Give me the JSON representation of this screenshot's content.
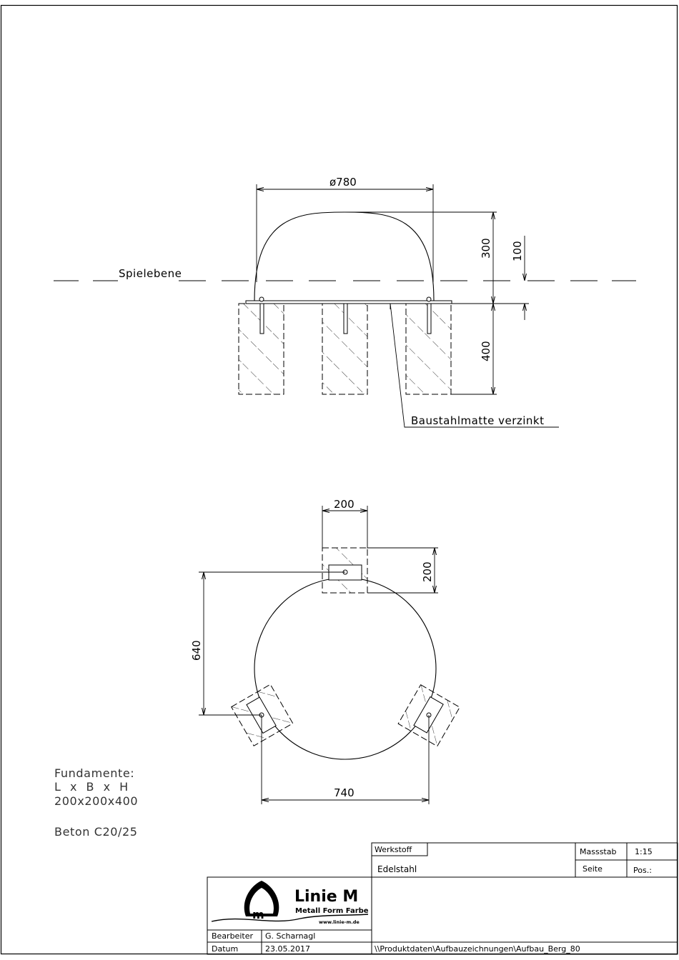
{
  "side_view": {
    "diameter_label": "ø780",
    "height_label": "300",
    "offset_label": "100",
    "depth_label": "400",
    "ground_label": "Spielebene",
    "mesh_label": "Baustahlmatte  verzinkt"
  },
  "top_view": {
    "width_label": "200",
    "length_label": "200",
    "span_label": "640",
    "spacing_label": "740"
  },
  "notes": {
    "line1": "Fundamente:",
    "line2": "L x B x H",
    "line3": "200x200x400",
    "line4": "Beton  C20/25"
  },
  "title_block": {
    "logo_title": "Linie M",
    "logo_subtitle": "Metall Form Farbe",
    "logo_url": "www.linie-m.de",
    "material_label": "Werkstoff",
    "material_value": "Edelstahl",
    "scale_label": "Massstab",
    "scale_value": "1:15",
    "page_label": "Seite",
    "pos_label": "Pos.:",
    "author_label": "Bearbeiter",
    "author_value": "G. Scharnagl",
    "date_label": "Datum",
    "date_value": "23.05.2017",
    "path_value": "\\\\Produktdaten\\Aufbauzeichnungen\\Aufbau_Berg_80"
  }
}
